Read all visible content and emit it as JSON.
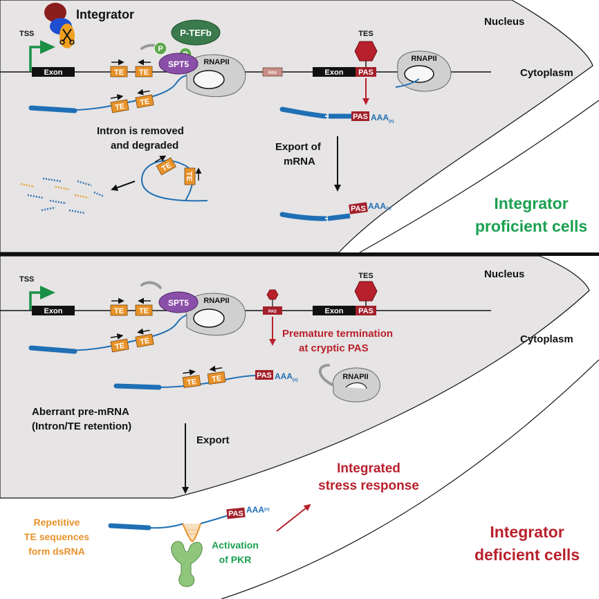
{
  "colors": {
    "nucleus": "#e6e4e4",
    "rna": "#1f6fb5",
    "te": "#e8922a",
    "pas": "#a3202a",
    "pas_cryptic": "#c98d87",
    "tss": "#1a8f45",
    "ptefb": "#3a7a4c",
    "spt5": "#8a4fa8",
    "phospho": "#5ea84e",
    "red_text": "#b8202c",
    "green_text": "#1aa050",
    "pkr": "#8fc67c",
    "debris_blue": "#2f6fb0",
    "debris_orange": "#e8a030"
  },
  "panel1": {
    "nucleus_label": "Nucleus",
    "cytoplasm_label": "Cytoplasm",
    "integrator_label": "Integrator",
    "tss_label": "TSS",
    "exon1_label": "Exon",
    "te_label": "TE",
    "p_label": "P",
    "ptefb_label": "P-TEFb",
    "spt5_label": "SPT5",
    "rnapii_label": "RNAPII",
    "pas_cryptic_label": "PAS",
    "tes_label": "TES",
    "exon2_label": "Exon",
    "pas_label": "PAS",
    "aaa_label": "AAA",
    "aaa_sub": "(n)",
    "intron_text_1": "Intron is removed",
    "intron_text_2": "and degraded",
    "export_text_1": "Export of",
    "export_text_2": "mRNA",
    "outcome_1": "Integrator",
    "outcome_2": "proficient cells"
  },
  "panel2": {
    "nucleus_label": "Nucleus",
    "cytoplasm_label": "Cytoplasm",
    "tss_label": "TSS",
    "exon1_label": "Exon",
    "te_label": "TE",
    "spt5_label": "SPT5",
    "rnapii_label": "RNAPII",
    "pas_cryptic_label": "PAS",
    "tes_label": "TES",
    "exon2_label": "Exon",
    "pas_label": "PAS",
    "premature_1": "Premature termination",
    "premature_2": "at cryptic PAS",
    "aaa_label": "AAA",
    "aaa_sub": "(n)",
    "aberrant_1": "Aberrant pre-mRNA",
    "aberrant_2": "(Intron/TE retention)",
    "export_label": "Export",
    "stress_1": "Integrated",
    "stress_2": "stress response",
    "repetitive_1": "Repetitive",
    "repetitive_2": "TE sequences",
    "repetitive_3": "form dsRNA",
    "pkr_1": "Activation",
    "pkr_2": "of PKR",
    "outcome_1": "Integrator",
    "outcome_2": "deficient cells"
  }
}
